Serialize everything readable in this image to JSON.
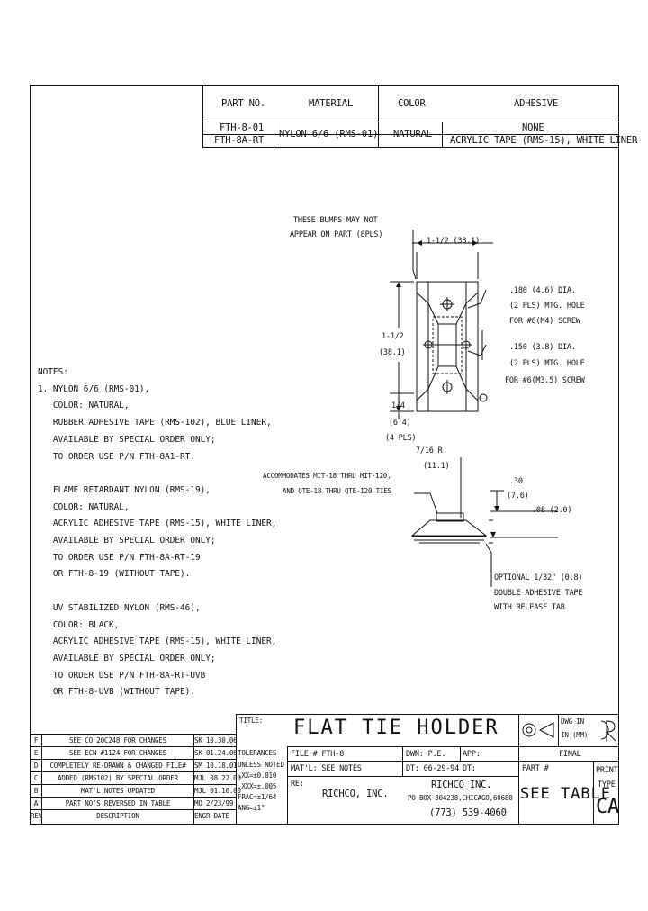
{
  "parts_table": {
    "headers": {
      "part_no": "PART NO.",
      "material": "MATERIAL",
      "color": "COLOR",
      "adhesive": "ADHESIVE"
    },
    "rows": [
      {
        "part_no": "FTH-8-01",
        "adhesive": "NONE"
      },
      {
        "part_no": "FTH-8A-RT",
        "adhesive": "ACRYLIC TAPE (RMS-15), WHITE LINER"
      }
    ],
    "material": "NYLON 6/6 (RMS-01)",
    "color": "NATURAL"
  },
  "annotations": {
    "bumps": [
      "THESE BUMPS MAY NOT",
      "APPEAR ON PART (8PLS)"
    ],
    "width_dim": "1-1/2 (38.1)",
    "height_dim": [
      "1-1/2",
      "(38.1)"
    ],
    "quarter_dim": [
      "1/4",
      "(6.4)",
      "(4 PLS)"
    ],
    "hole_180": [
      ".180 (4.6) DIA.",
      "(2 PLS) MTG. HOLE",
      "FOR #8(M4) SCREW"
    ],
    "hole_150": [
      ".150 (3.8) DIA.",
      "(2 PLS) MTG. HOLE",
      "FOR #6(M3.5) SCREW"
    ],
    "radius": [
      "7/16 R",
      "(11.1)"
    ],
    "accommodates": [
      "ACCOMMODATES MIT-18 THRU MIT-120,",
      "AND QTE-18 THRU QTE-120 TIES"
    ],
    "height_30": [
      ".30",
      "(7.6)"
    ],
    "thick_08": ".08 (2.0)",
    "optional_tape": [
      "OPTIONAL 1/32\" (0.8)",
      "DOUBLE ADHESIVE TAPE",
      "WITH RELEASE TAB"
    ]
  },
  "notes": [
    "NOTES:",
    "1. NYLON 6/6 (RMS-01),",
    "   COLOR: NATURAL,",
    "   RUBBER ADHESIVE TAPE (RMS-102), BLUE LINER,",
    "   AVAILABLE BY SPECIAL ORDER ONLY;",
    "   TO ORDER USE P/N FTH-8A1-RT.",
    "",
    "   FLAME RETARDANT NYLON (RMS-19),",
    "   COLOR: NATURAL,",
    "   ACRYLIC ADHESIVE TAPE (RMS-15), WHITE LINER,",
    "   AVAILABLE BY SPECIAL ORDER ONLY;",
    "   TO ORDER USE P/N FTH-8A-RT-19",
    "   OR FTH-8-19 (WITHOUT TAPE).",
    "",
    "   UV STABILIZED NYLON (RMS-46),",
    "   COLOR: BLACK,",
    "   ACRYLIC ADHESIVE TAPE (RMS-15), WHITE LINER,",
    "   AVAILABLE BY SPECIAL ORDER ONLY;",
    "   TO ORDER USE P/N FTH-8A-RT-UVB",
    "   OR FTH-8-UVB (WITHOUT TAPE)."
  ],
  "revisions": [
    {
      "rev": "F",
      "desc": "SEE CO 20C248 FOR CHANGES",
      "by": "SK 10.30.06"
    },
    {
      "rev": "E",
      "desc": "SEE ECN #1124 FOR CHANGES",
      "by": "SK 01.24.06"
    },
    {
      "rev": "D",
      "desc": "COMPLETELY RE-DRAWN & CHANGED FILE#",
      "by": "SM 10.18.01"
    },
    {
      "rev": "C",
      "desc": "ADDED (RMS102) BY SPECIAL ORDER",
      "by": "MJL 08.22.00"
    },
    {
      "rev": "B",
      "desc": "MAT'L NOTES UPDATED",
      "by": "MJL 01.10.00"
    },
    {
      "rev": "A",
      "desc": "PART NO'S REVERSED IN TABLE",
      "by": "MO 2/23/99"
    },
    {
      "rev": "REV",
      "desc": "DESCRIPTION",
      "by": "ENGR DATE"
    }
  ],
  "title_block": {
    "title_label": "TITLE:",
    "title": "FLAT TIE HOLDER",
    "dwg_in_1": "DWG IN",
    "dwg_in_2": "IN (MM)",
    "tolerances": [
      "TOLERANCES",
      "UNLESS NOTED",
      ".XX=±0.010",
      ".XXX=±.005",
      "FRAC=±1/64",
      "ANG=±1°"
    ],
    "file_no": "FILE # FTH-8",
    "dwn": "DWN: P.E.",
    "app": "APP:",
    "final": "FINAL",
    "matl": "MAT'L: SEE NOTES",
    "dt": "DT: 06-29-94",
    "dt2": "DT:",
    "re": "RE:",
    "company": "RICHCO, INC.",
    "company2": "RICHCO INC.",
    "address": "PO BOX 804238,CHICAGO,60680",
    "phone": "(773) 539-4060",
    "part_label": "PART #",
    "see_table": "SEE TABLE",
    "print_type_1": "PRINT",
    "print_type_2": "TYPE",
    "print_type_val": "CA"
  }
}
